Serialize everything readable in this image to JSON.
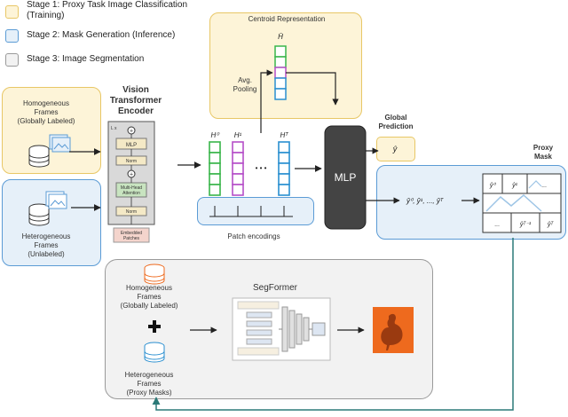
{
  "legend": {
    "stage1": "Stage 1: Proxy Task Image Classification",
    "stage1b": "(Training)",
    "stage2": "Stage 2: Mask Generation (Inference)",
    "stage3": "Stage 3: Image Segmentation"
  },
  "colors": {
    "stage1_fill": "#fdf4d8",
    "stage1_border": "#e8c766",
    "stage2_fill": "#e6f0f9",
    "stage2_border": "#5b9bd5",
    "stage3_fill": "#f2f2f2",
    "stage3_border": "#9a9a9a",
    "token_green": "#39b54a",
    "token_purple": "#b54fc8",
    "token_blue": "#2a8fd0",
    "mlp_fill": "#444444",
    "mask_orange": "#ee6a1e",
    "arrow_teal": "#2b7a78"
  },
  "inputs": {
    "homogeneous_1": "Homogeneous",
    "homogeneous_2": "Frames",
    "homogeneous_3": "(Globally Labeled)",
    "heterogeneous_1": "Heterogeneous",
    "heterogeneous_2": "Frames",
    "heterogeneous_3": "(Unlabeled)"
  },
  "encoder": {
    "title_1": "Vision",
    "title_2": "Transformer",
    "title_3": "Encoder",
    "lx": "L x",
    "mlp": "MLP",
    "norm": "Norm",
    "mha_1": "Multi-Head",
    "mha_2": "Attention",
    "embedded_1": "Embedded",
    "embedded_2": "Patches"
  },
  "centroid": {
    "title": "Centroid Representation",
    "h_bar": "H̄",
    "pooling_1": "Avg.",
    "pooling_2": "Pooling"
  },
  "tokens": {
    "h0": "H⁰",
    "h1": "H¹",
    "ht": "Hᵀ",
    "dots": "• • •",
    "patch_label": "Patch encodings"
  },
  "mlp_label": "MLP",
  "prediction": {
    "title_1": "Global",
    "title_2": "Prediction",
    "y_hat": "ŷ"
  },
  "proxy": {
    "title_1": "Proxy",
    "title_2": "Mask",
    "sequence": "ŷ⁰, ŷ¹, ..., ŷᵀ",
    "cell_y0": "ŷ⁰",
    "cell_y1": "ŷ¹",
    "cell_dots": "...",
    "cell_dots2": "...",
    "cell_yt1": "ŷᵀ⁻¹",
    "cell_yt": "ŷᵀ"
  },
  "stage3": {
    "homogeneous_1": "Homogeneous",
    "homogeneous_2": "Frames",
    "homogeneous_3": "(Globally Labeled)",
    "heterogeneous_1": "Heterogeneous",
    "heterogeneous_2": "Frames",
    "heterogeneous_3": "(Proxy Masks)",
    "segformer": "SegFormer"
  }
}
